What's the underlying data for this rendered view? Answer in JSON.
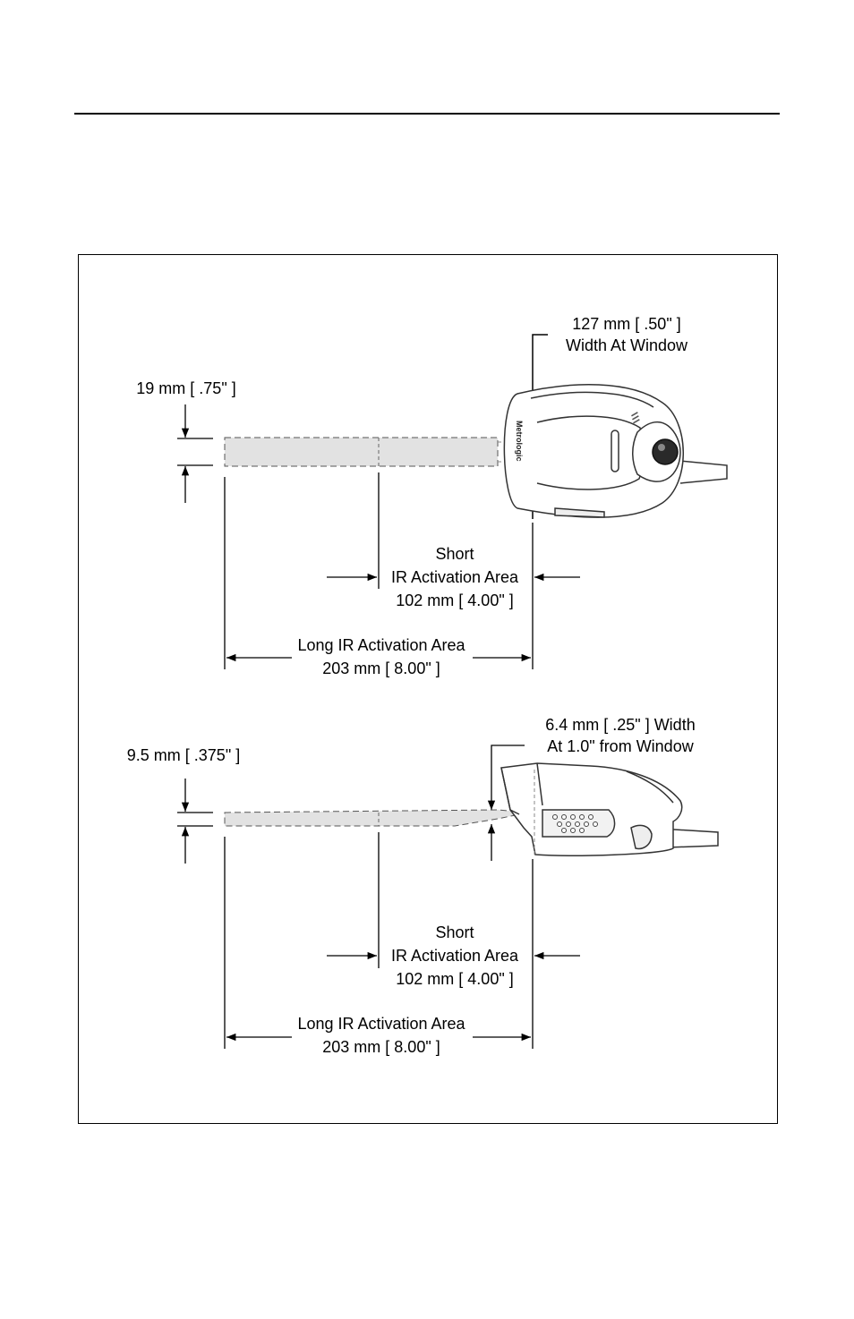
{
  "top_view": {
    "window_width_line1": "127 mm [ .50\" ]",
    "window_width_line2": "Width At Window",
    "beam_height": "19 mm [ .75\" ]",
    "short_line1": "Short",
    "short_line2": "IR Activation Area",
    "short_line3": "102 mm [ 4.00\" ]",
    "long_line1": "Long IR Activation Area",
    "long_line2": "203 mm [ 8.00\" ]",
    "logo": "Metrologic"
  },
  "side_view": {
    "window_width_line1": "6.4 mm [ .25\" ] Width",
    "window_width_line2": "At 1.0\" from Window",
    "beam_height": "9.5 mm [ .375\" ]",
    "short_line1": "Short",
    "short_line2": "IR Activation Area",
    "short_line3": "102 mm [ 4.00\" ]",
    "long_line1": "Long IR Activation Area",
    "long_line2": "203 mm [ 8.00\" ]"
  },
  "colors": {
    "beam_fill": "#e2e2e2",
    "line": "#000000",
    "device_stroke": "#333333"
  }
}
